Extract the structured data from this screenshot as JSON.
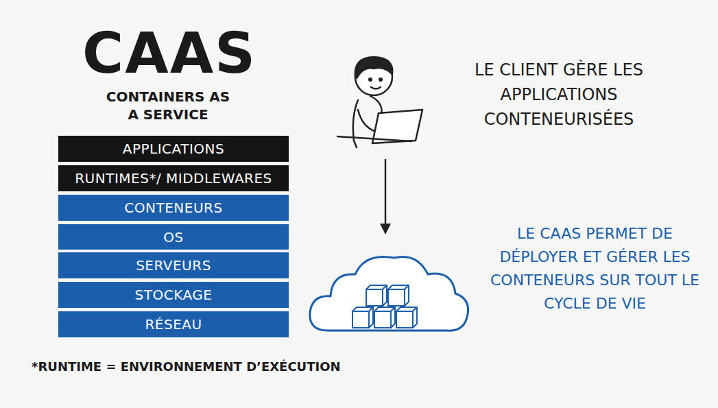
{
  "diagram": {
    "title": "CAAS",
    "nodes": [
      {
        "text": [
          "APPLICATIONS"
        ]
      },
      {
        "text": [
          "RUNTIMES*/ MIDDLEWARES"
        ]
      },
      {
        "text": [
          "CONTENEURS"
        ]
      },
      {
        "text": [
          "OS"
        ]
      },
      {
        "text": [
          "SERVEURS"
        ]
      },
      {
        "text": [
          "STOCKAGE"
        ]
      },
      {
        "text": [
          "RÉSEAU"
        ]
      }
    ],
    "labels": [
      "CONTAINERS AS A SERVICE",
      "LE CLIENT GÈRE LES APPLICATIONS CONTENEURISÉES",
      "LE CAAS PERMET DE DÉPLOYER ET GÉRER LES CONTENEURS SUR TOUT LE CYCLE DE VIE",
      "*RUNTIME = ENVIRONNEMENT D’EXÉCUTION"
    ]
  }
}
